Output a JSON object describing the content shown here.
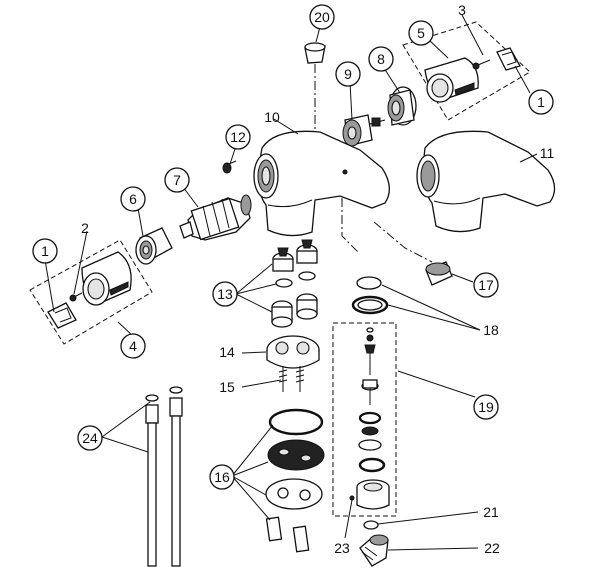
{
  "diagram": {
    "callouts": {
      "c1a": "1",
      "c1b": "1",
      "c2": "2",
      "c3": "3",
      "c4": "4",
      "c5": "5",
      "c6": "6",
      "c7": "7",
      "c8": "8",
      "c9": "9",
      "c10": "10",
      "c11": "11",
      "c12": "12",
      "c13": "13",
      "c14": "14",
      "c15": "15",
      "c16": "16",
      "c17": "17",
      "c18": "18",
      "c19": "19",
      "c20": "20",
      "c21": "21",
      "c22": "22",
      "c23": "23",
      "c24": "24"
    }
  }
}
